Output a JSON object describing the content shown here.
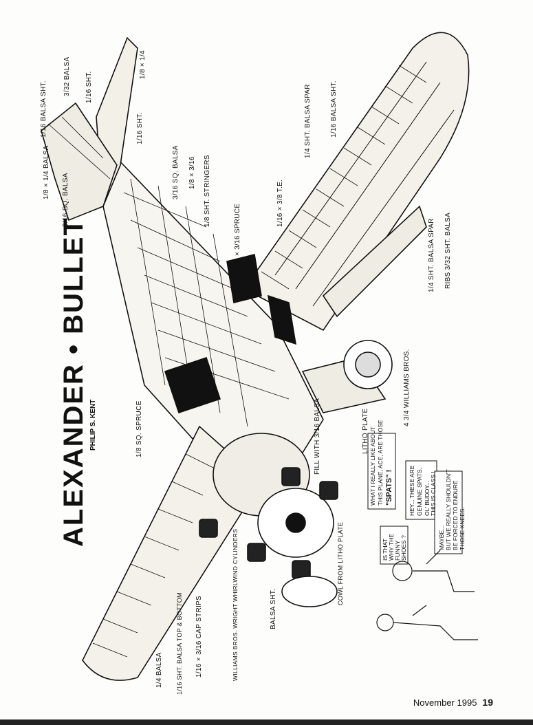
{
  "title": "ALEXANDER • BULLET",
  "author": "PHILIP S. KENT",
  "labels": {
    "tail_sheet": "1/16 BALSA SHT.",
    "tail_balsa": "3/32 BALSA",
    "tail_sht": "1/16 SHT.",
    "fin_spar": "1/8 × 1/4",
    "fin_sht": "1/16 SHT.",
    "stab_edge": "1/8 × 1/4 BALSA",
    "stab_sq": "3/16 SQ. BALSA",
    "fuse_sq": "3/16 SQ. BALSA",
    "fuse_strip": "1/8 × 3/16",
    "stringers": "1/8 SHT. STRINGERS",
    "spruce": "1/8 × 3/16 SPRUCE",
    "te": "1/16 × 3/8 T.E.",
    "wing_spar": "1/4 SHT. BALSA SPAR",
    "wing_sheet": "1/16 BALSA SHT.",
    "spar2": "1/4 SHT. BALSA SPAR",
    "ribs": "RIBS 3/32 SHT. BALSA",
    "wheels": "4 3/4 WILLIAMS BROS.",
    "litho": "LITHO PLATE",
    "fill": "FILL WITH 3/16 BALSA",
    "sq_spruce": "1/8 SQ. SPRUCE",
    "cowl": "COWL FROM LITHO PLATE",
    "cylinders": "WILLIAMS BROS. WRIGHT WHIRLWIND CYLINDERS",
    "balsa_sht": "BALSA SHT.",
    "cap_strips": "1/16 × 3/16 CAP STRIPS",
    "top_bottom": "1/16 SHT. BALSA TOP & BOTTOM",
    "quarter_balsa": "1/4 BALSA"
  },
  "comic": {
    "b1a": "WHAT I REALLY LIKE ABOUT",
    "b1b": "THIS PLANE, ACE, ARE THOSE",
    "b1c": "\"SPATS\" !",
    "b2a": "HEY... THESE ARE",
    "b2b": "GENUINE SPATS,",
    "b2c": "OL' BUDDY...",
    "b2d": "THIS IS CLASS !",
    "b3a": "IS THAT",
    "b3b": "WHY THE",
    "b3c": "FUNNY",
    "b3d": "SHOES ?",
    "b4a": "MAYBE...",
    "b4b": "BUT WE REALLY SHOULDN'T",
    "b4c": "BE FORCED TO ENDURE",
    "b4d": "THOSE KNEES."
  },
  "footer": {
    "month": "November 1995",
    "page": "19"
  }
}
